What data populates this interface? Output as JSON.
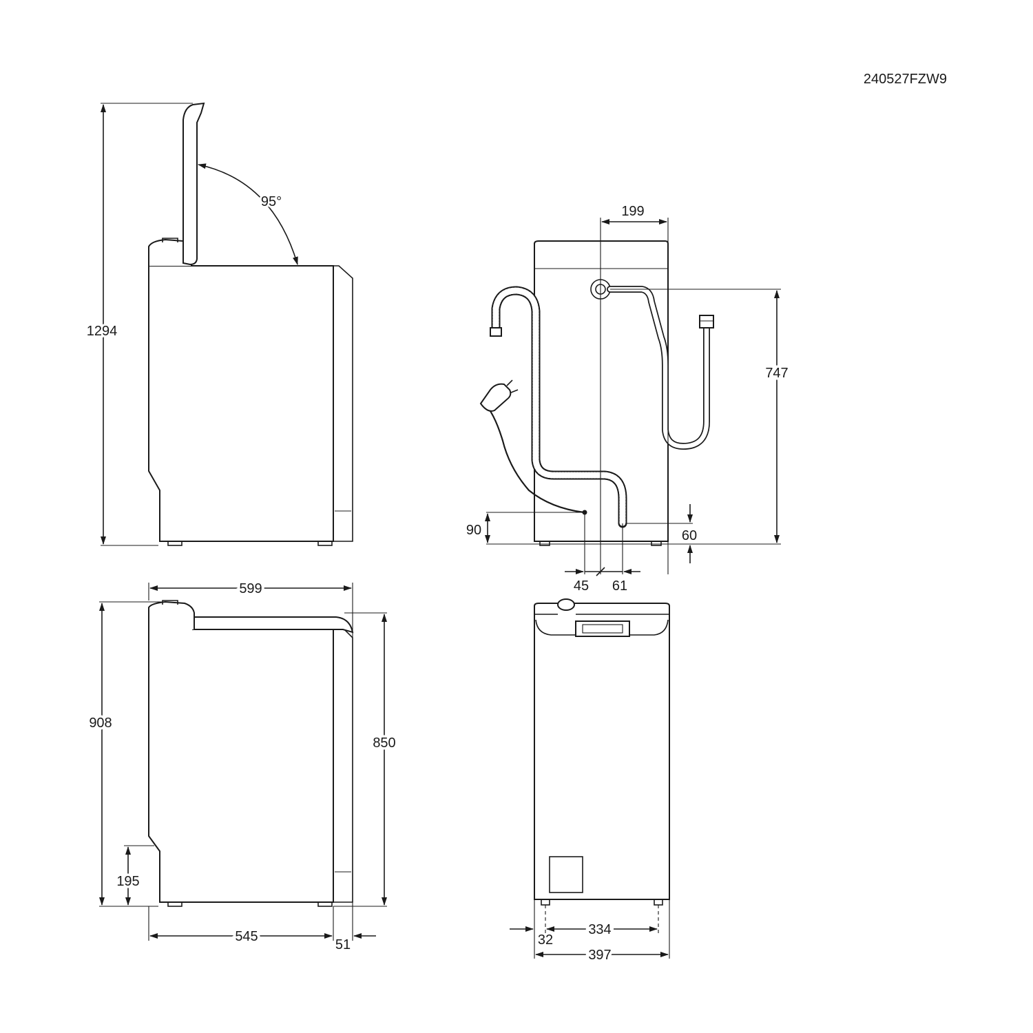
{
  "model_code": "240527FZW9",
  "side_view_lid_open": {
    "height_lid_open": "1294",
    "lid_angle": "95°"
  },
  "rear_view": {
    "hose_offset": "199",
    "inlet_height": "747",
    "cable_height": "90",
    "drain_height": "60",
    "cable_offset": "45",
    "drain_offset": "61"
  },
  "side_view_closed": {
    "overall_depth": "599",
    "overall_height": "908",
    "body_height": "850",
    "plinth_height": "195",
    "body_depth": "545",
    "front_offset": "51"
  },
  "front_view": {
    "foot_spacing": "334",
    "foot_inset": "32",
    "overall_width": "397"
  }
}
